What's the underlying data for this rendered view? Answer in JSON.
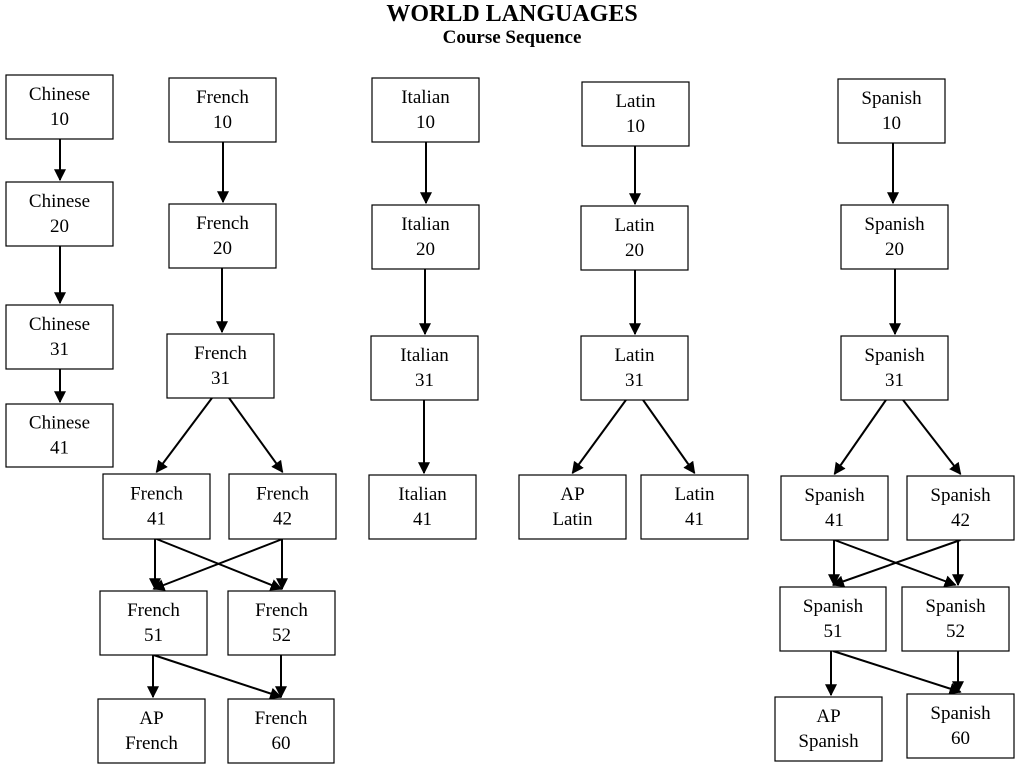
{
  "title": "WORLD LANGUAGES",
  "subtitle": "Course Sequence",
  "colors": {
    "line": "#000000",
    "box_fill": "#ffffff",
    "background": "#ffffff"
  },
  "columns": [
    {
      "language": "Chinese",
      "courses": [
        {
          "id": "chinese-10",
          "lines": [
            "Chinese",
            "10"
          ]
        },
        {
          "id": "chinese-20",
          "lines": [
            "Chinese",
            "20"
          ]
        },
        {
          "id": "chinese-31",
          "lines": [
            "Chinese",
            "31"
          ]
        },
        {
          "id": "chinese-41",
          "lines": [
            "Chinese",
            "41"
          ]
        }
      ],
      "prerequisites": [
        [
          "chinese-10",
          "chinese-20"
        ],
        [
          "chinese-20",
          "chinese-31"
        ],
        [
          "chinese-31",
          "chinese-41"
        ]
      ]
    },
    {
      "language": "French",
      "courses": [
        {
          "id": "french-10",
          "lines": [
            "French",
            "10"
          ]
        },
        {
          "id": "french-20",
          "lines": [
            "French",
            "20"
          ]
        },
        {
          "id": "french-31",
          "lines": [
            "French",
            "31"
          ]
        },
        {
          "id": "french-41",
          "lines": [
            "French",
            "41"
          ]
        },
        {
          "id": "french-42",
          "lines": [
            "French",
            "42"
          ]
        },
        {
          "id": "french-51",
          "lines": [
            "French",
            "51"
          ]
        },
        {
          "id": "french-52",
          "lines": [
            "French",
            "52"
          ]
        },
        {
          "id": "ap-french",
          "lines": [
            "AP",
            "French"
          ]
        },
        {
          "id": "french-60",
          "lines": [
            "French",
            "60"
          ]
        }
      ],
      "prerequisites": [
        [
          "french-10",
          "french-20"
        ],
        [
          "french-20",
          "french-31"
        ],
        [
          "french-31",
          "french-41"
        ],
        [
          "french-31",
          "french-42"
        ],
        [
          "french-41",
          "french-51"
        ],
        [
          "french-41",
          "french-52"
        ],
        [
          "french-42",
          "french-51"
        ],
        [
          "french-42",
          "french-52"
        ],
        [
          "french-51",
          "ap-french"
        ],
        [
          "french-51",
          "french-60"
        ],
        [
          "french-52",
          "french-60"
        ]
      ]
    },
    {
      "language": "Italian",
      "courses": [
        {
          "id": "italian-10",
          "lines": [
            "Italian",
            "10"
          ]
        },
        {
          "id": "italian-20",
          "lines": [
            "Italian",
            "20"
          ]
        },
        {
          "id": "italian-31",
          "lines": [
            "Italian",
            "31"
          ]
        },
        {
          "id": "italian-41",
          "lines": [
            "Italian",
            "41"
          ]
        }
      ],
      "prerequisites": [
        [
          "italian-10",
          "italian-20"
        ],
        [
          "italian-20",
          "italian-31"
        ],
        [
          "italian-31",
          "italian-41"
        ]
      ]
    },
    {
      "language": "Latin",
      "courses": [
        {
          "id": "latin-10",
          "lines": [
            "Latin",
            "10"
          ]
        },
        {
          "id": "latin-20",
          "lines": [
            "Latin",
            "20"
          ]
        },
        {
          "id": "latin-31",
          "lines": [
            "Latin",
            "31"
          ]
        },
        {
          "id": "ap-latin",
          "lines": [
            "AP",
            "Latin"
          ]
        },
        {
          "id": "latin-41",
          "lines": [
            "Latin",
            "41"
          ]
        }
      ],
      "prerequisites": [
        [
          "latin-10",
          "latin-20"
        ],
        [
          "latin-20",
          "latin-31"
        ],
        [
          "latin-31",
          "ap-latin"
        ],
        [
          "latin-31",
          "latin-41"
        ]
      ]
    },
    {
      "language": "Spanish",
      "courses": [
        {
          "id": "spanish-10",
          "lines": [
            "Spanish",
            "10"
          ]
        },
        {
          "id": "spanish-20",
          "lines": [
            "Spanish",
            "20"
          ]
        },
        {
          "id": "spanish-31",
          "lines": [
            "Spanish",
            "31"
          ]
        },
        {
          "id": "spanish-41",
          "lines": [
            "Spanish",
            "41"
          ]
        },
        {
          "id": "spanish-42",
          "lines": [
            "Spanish",
            "42"
          ]
        },
        {
          "id": "spanish-51",
          "lines": [
            "Spanish",
            "51"
          ]
        },
        {
          "id": "spanish-52",
          "lines": [
            "Spanish",
            "52"
          ]
        },
        {
          "id": "ap-spanish",
          "lines": [
            "AP",
            "Spanish"
          ]
        },
        {
          "id": "spanish-60",
          "lines": [
            "Spanish",
            "60"
          ]
        }
      ],
      "prerequisites": [
        [
          "spanish-10",
          "spanish-20"
        ],
        [
          "spanish-20",
          "spanish-31"
        ],
        [
          "spanish-31",
          "spanish-41"
        ],
        [
          "spanish-31",
          "spanish-42"
        ],
        [
          "spanish-41",
          "spanish-51"
        ],
        [
          "spanish-41",
          "spanish-52"
        ],
        [
          "spanish-42",
          "spanish-51"
        ],
        [
          "spanish-42",
          "spanish-52"
        ],
        [
          "spanish-51",
          "ap-spanish"
        ],
        [
          "spanish-51",
          "spanish-60"
        ],
        [
          "spanish-52",
          "spanish-60"
        ]
      ]
    }
  ]
}
